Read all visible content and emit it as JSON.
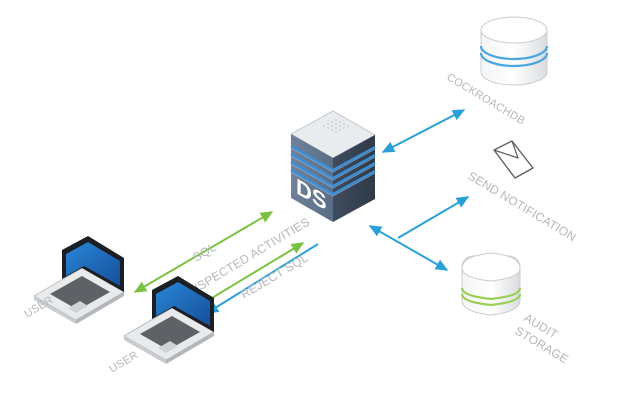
{
  "nodes": {
    "ds_server": {
      "label": "DS"
    },
    "cockroachdb": {
      "label": "COCKROACHDB"
    },
    "notification": {
      "label": "SEND NOTIFICATION"
    },
    "audit_storage": {
      "label_line1": "AUDIT",
      "label_line2": "STORAGE"
    },
    "user_1": {
      "label": "USER"
    },
    "user_2": {
      "label": "USER"
    }
  },
  "edges": {
    "sql": {
      "label": "SQL",
      "color": "#7cc242"
    },
    "suspected": {
      "label": "SUSPECTED ACTIVITIES",
      "color": "#7cc242"
    },
    "reject": {
      "label": "REJECT SQL",
      "color": "#2aa0d6"
    },
    "db_link": {
      "color": "#2aa0d6"
    },
    "notify_link": {
      "color": "#2aa0d6"
    },
    "audit_link": {
      "color": "#2aa0d6"
    }
  },
  "colors": {
    "server_body": "#566a82",
    "server_accent": "#3a8fd6",
    "db_stripe": "#4aa6e0",
    "audit_stripe": "#9bcf53",
    "label_gray": "#b4b8bb",
    "laptop_screen": "#1e6fc0"
  },
  "icons": [
    "database-icon",
    "server-icon",
    "envelope-icon",
    "storage-icon",
    "laptop-icon"
  ]
}
